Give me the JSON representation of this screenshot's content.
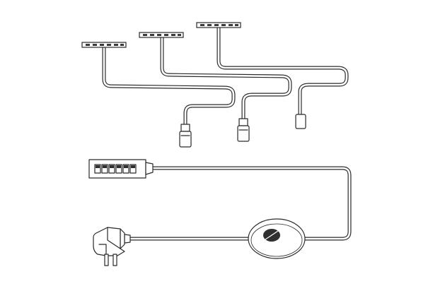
{
  "diagram": {
    "components": [
      {
        "id": "led-light-1",
        "kind": "led-strip-light"
      },
      {
        "id": "led-light-2",
        "kind": "led-strip-light"
      },
      {
        "id": "led-light-3",
        "kind": "led-strip-light"
      },
      {
        "id": "distributor",
        "kind": "6-port distributor box",
        "ports": 6
      },
      {
        "id": "inline-switch",
        "kind": "oval in-line switch"
      },
      {
        "id": "plug",
        "kind": "2-pin mains plug"
      }
    ],
    "colors": {
      "line": "#2a2a2a",
      "background": "#ffffff",
      "dark_fill": "#2f2f2f"
    }
  }
}
